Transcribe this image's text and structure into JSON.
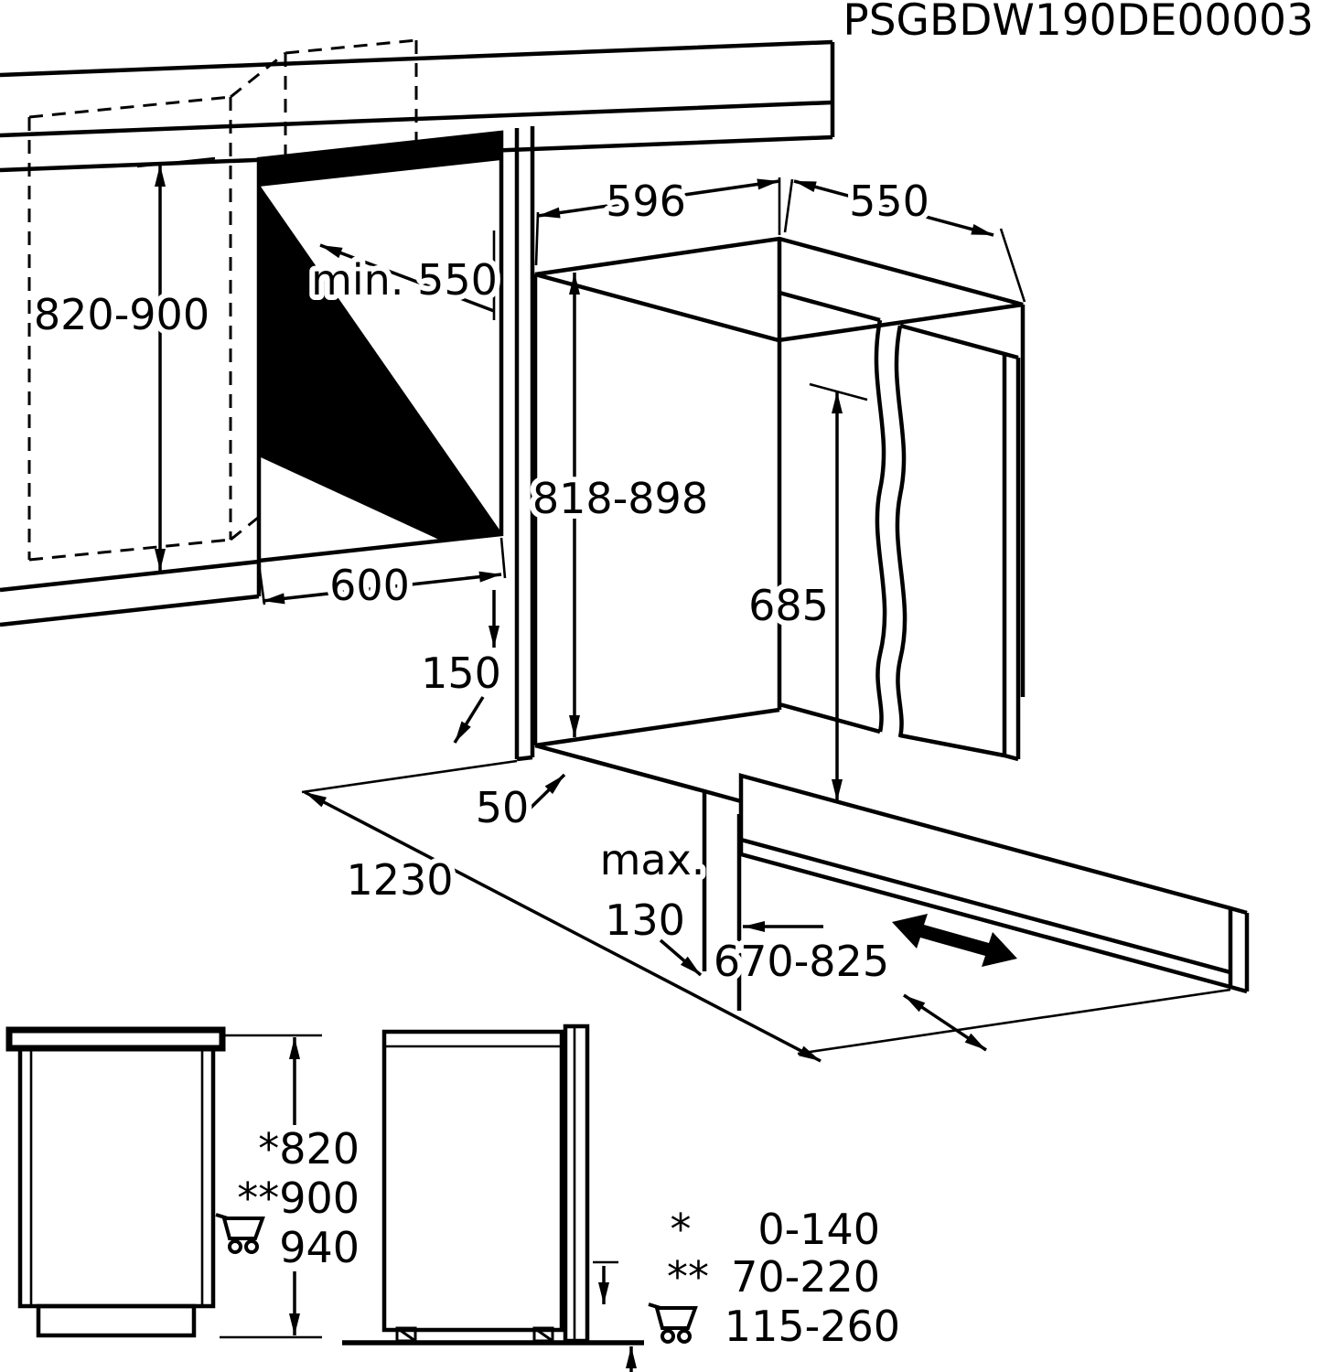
{
  "diagram": {
    "code": "PSGBDW190DE00003",
    "ink_color": "#000000",
    "background_color": "#ffffff",
    "dims": {
      "niche_height": "820-900",
      "niche_depth_min": "min. 550",
      "appliance_width": "596",
      "appliance_depth": "550",
      "appliance_height": "818-898",
      "door_panel_height": "685",
      "niche_width": "600",
      "plinth_step": "150",
      "side_gap": "50",
      "pullout_depth": "1230",
      "plinth_recess_max_word": "max.",
      "plinth_recess_max_value": "130",
      "plinth_board_range": "670-825"
    },
    "front_view": {
      "height_worktop": "*820",
      "height_raised": "**900",
      "height_cart": "940"
    },
    "side_view": {
      "mark_star": "*",
      "range_star": "0-140",
      "mark_double_star": "**",
      "range_double_star": "70-220",
      "range_cart": "115-260"
    },
    "icons": {
      "cart": "service-cart-icon"
    }
  }
}
